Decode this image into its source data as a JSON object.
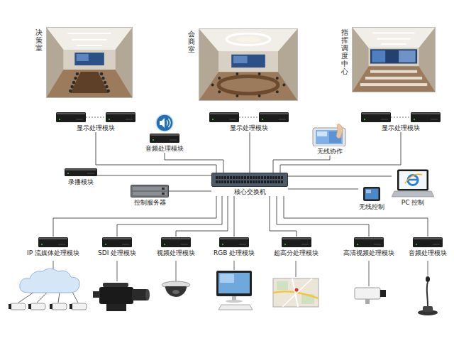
{
  "diagram": {
    "nodes": [
      {
        "text": [
          "决策室"
        ]
      },
      {
        "text": [
          "会商室"
        ]
      },
      {
        "text": [
          "指挥调度中心"
        ]
      },
      {
        "text": [
          "显示处理模块"
        ]
      },
      {
        "text": [
          "音频处理模块"
        ]
      },
      {
        "text": [
          "显示处理模块"
        ]
      },
      {
        "text": [
          "无线协作"
        ]
      },
      {
        "text": [
          "显示处理模块"
        ]
      },
      {
        "text": [
          "录播模块"
        ]
      },
      {
        "text": [
          "控制服务器"
        ]
      },
      {
        "text": [
          "核心交换机"
        ]
      },
      {
        "text": [
          "无线控制"
        ]
      },
      {
        "text": [
          "PC 控制"
        ]
      },
      {
        "text": [
          "IP 流媒体处理模块"
        ]
      },
      {
        "text": [
          "SDI 处理模块"
        ]
      },
      {
        "text": [
          "视频处理模块"
        ]
      },
      {
        "text": [
          "RGB 处理模块"
        ]
      },
      {
        "text": [
          "超高分处理模块"
        ]
      },
      {
        "text": [
          "高清视频处理模块"
        ]
      },
      {
        "text": [
          "音频处理模块"
        ]
      }
    ],
    "edges": [
      {
        "from": 3,
        "to": 10,
        "arrow": "none"
      },
      {
        "from": 4,
        "to": 10,
        "arrow": "none"
      },
      {
        "from": 5,
        "to": 10,
        "arrow": "none"
      },
      {
        "from": 6,
        "to": 10,
        "arrow": "none"
      },
      {
        "from": 7,
        "to": 10,
        "arrow": "none"
      },
      {
        "from": 8,
        "to": 10,
        "arrow": "none"
      },
      {
        "from": 9,
        "to": 10,
        "arrow": "none"
      },
      {
        "from": 10,
        "to": 11,
        "arrow": "none"
      },
      {
        "from": 10,
        "to": 12,
        "arrow": "none"
      },
      {
        "from": 10,
        "to": 13,
        "arrow": "none"
      },
      {
        "from": 10,
        "to": 14,
        "arrow": "none"
      },
      {
        "from": 10,
        "to": 15,
        "arrow": "none"
      },
      {
        "from": 10,
        "to": 16,
        "arrow": "none"
      },
      {
        "from": 10,
        "to": 17,
        "arrow": "none"
      },
      {
        "from": 10,
        "to": 18,
        "arrow": "none"
      },
      {
        "from": 10,
        "to": 19,
        "arrow": "none"
      }
    ]
  }
}
